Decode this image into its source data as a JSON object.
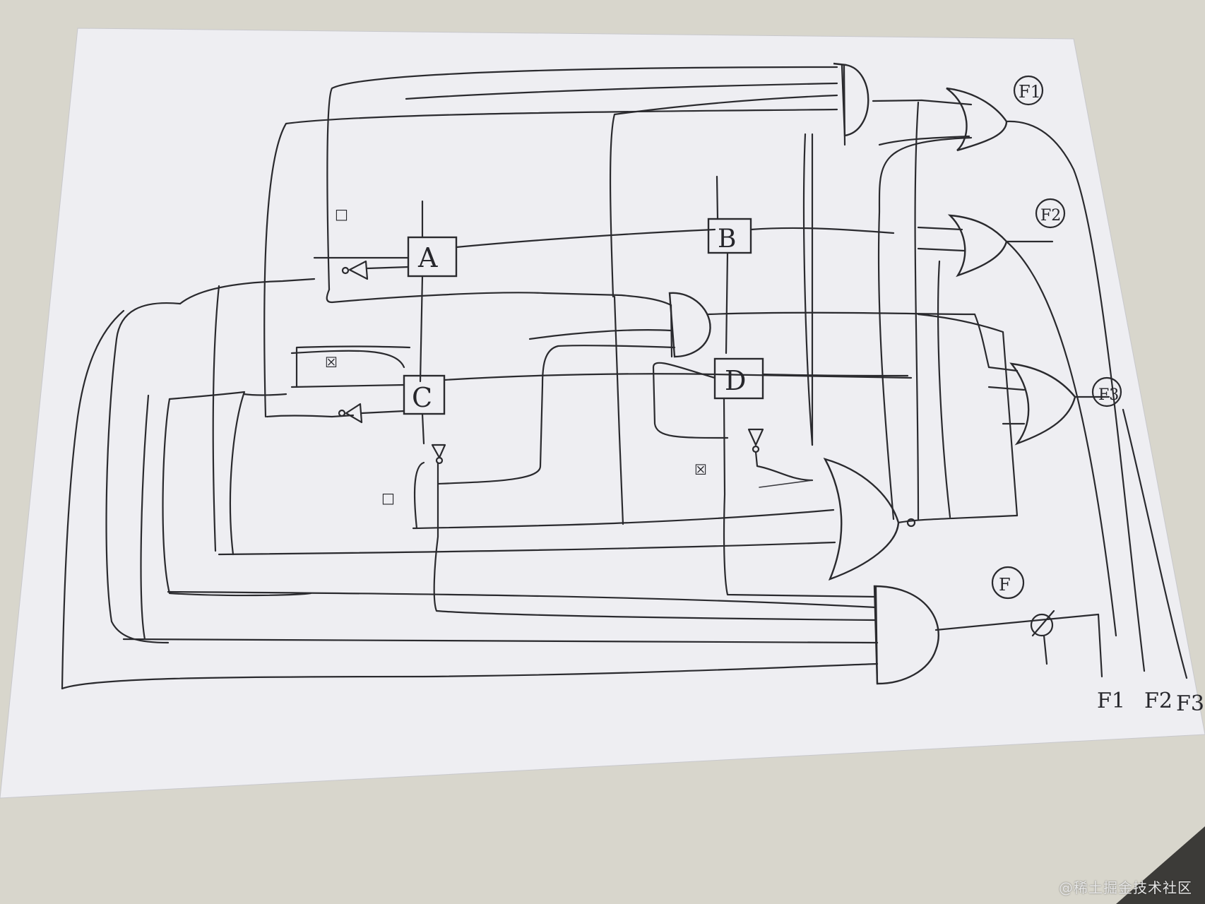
{
  "blocks": {
    "a": "A",
    "b": "B",
    "c": "C",
    "d": "D"
  },
  "circled": {
    "top_right": "F1",
    "middle_right": "F2",
    "lower_right": "F3",
    "bottom": "F"
  },
  "outputs": {
    "f1": "F1",
    "f2": "F2",
    "f3": "F3"
  },
  "watermark": "@稀土掘金技术社区",
  "colors": {
    "paper": "#eeeef2",
    "ink": "#2a2a2e",
    "desk": "#d8d6cc"
  }
}
